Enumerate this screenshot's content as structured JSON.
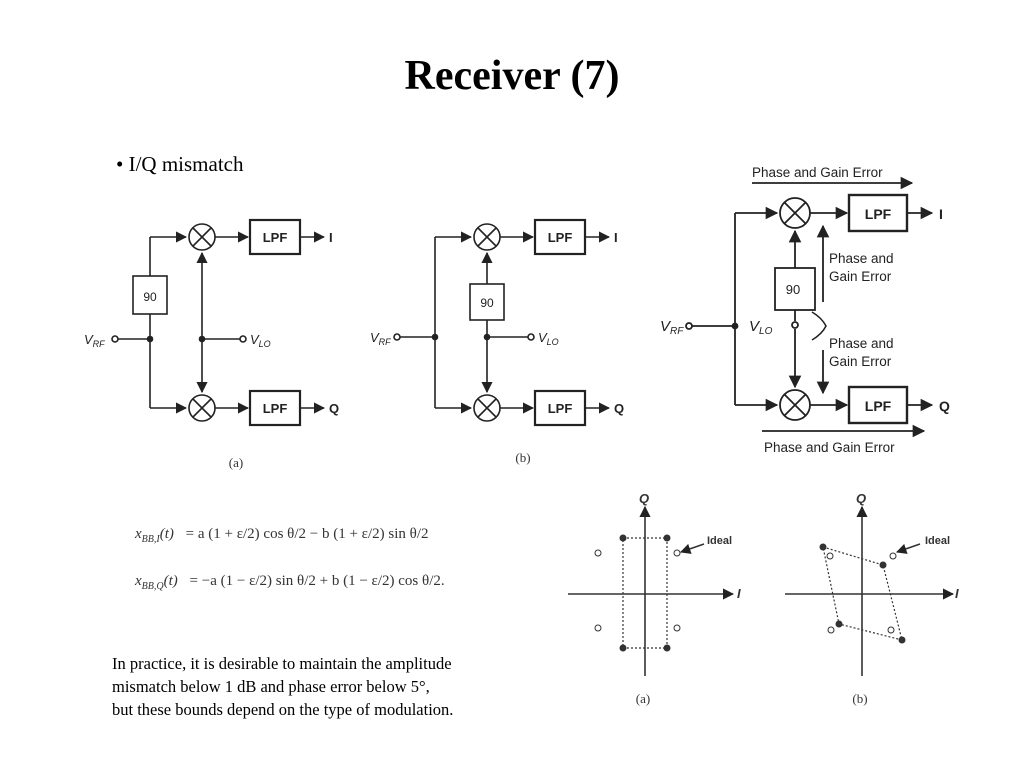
{
  "slide": {
    "title": "Receiver (7)",
    "bullet": "• I/Q mismatch",
    "note_lines": [
      "In practice, it is desirable to maintain the amplitude",
      "mismatch below 1 dB and phase error below 5°,",
      "but these bounds depend on the type of modulation."
    ]
  },
  "diagrams": {
    "lpf_label": "LPF",
    "phase_label": "90",
    "i_label": "I",
    "q_label": "Q",
    "vrf_main": "V",
    "vrf_sub": "RF",
    "vlo_main": "V",
    "vlo_sub": "LO",
    "caption_a": "(a)",
    "caption_b": "(b)",
    "error_top": "Phase and Gain Error",
    "error_bottom": "Phase and Gain Error",
    "error_side_1": [
      "Phase and",
      "Gain Error"
    ],
    "error_side_2": [
      "Phase and",
      "Gain Error"
    ]
  },
  "equations": {
    "xi_lhs": "x",
    "xi_sub": "BB,I",
    "xq_lhs": "x",
    "xq_sub": "BB,Q",
    "arg": "(t)",
    "xi_rhs": "= a (1 + ε/2) cos θ/2 − b (1 + ε/2) sin θ/2",
    "xq_rhs": "= −a (1 − ε/2) sin θ/2 + b (1 − ε/2) cos θ/2."
  },
  "constellations": {
    "axis_i": "I",
    "axis_q": "Q",
    "ideal_label": "Ideal",
    "caption_a": "(a)",
    "caption_b": "(b)"
  }
}
